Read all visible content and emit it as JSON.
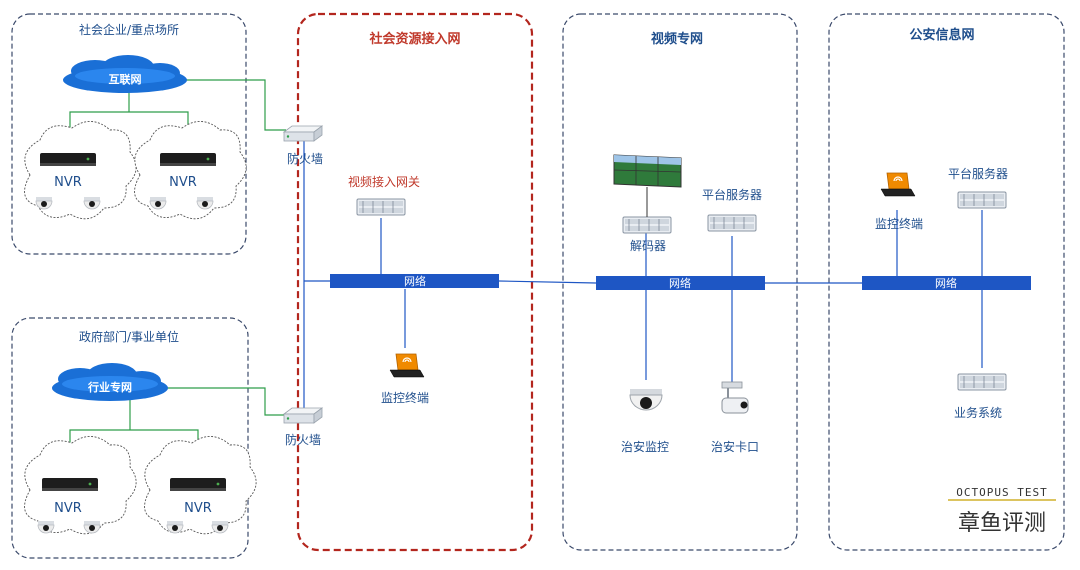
{
  "colors": {
    "label_blue": "#1f4e8c",
    "zone_red": "#b3261e",
    "zone_border": "#3b4a6b",
    "network_bar": "#1e56c4",
    "link_green": "#2e9e4a",
    "cloud_blue": "#1a6fd6"
  },
  "zones": {
    "enterprise": "社会企业/重点场所",
    "government": "政府部门/事业单位",
    "social_access": "社会资源接入网",
    "video": "视频专网",
    "police": "公安信息网"
  },
  "clouds": {
    "internet": "互联网",
    "industry": "行业专网"
  },
  "nvr_label": "NVR",
  "devices": {
    "firewall_top": "防火墙",
    "firewall_bottom": "防火墙",
    "video_gateway": "视频接入网关",
    "monitor_terminal_social": "监控终端",
    "decoder": "解码器",
    "platform_server_video": "平台服务器",
    "security_camera": "治安监控",
    "checkpoint_camera": "治安卡口",
    "monitor_terminal_police": "监控终端",
    "platform_server_police": "平台服务器",
    "business_system": "业务系统"
  },
  "networks": {
    "social": "网络",
    "video": "网络",
    "police": "网络"
  },
  "watermark": {
    "line1": "OCTOPUS TEST",
    "line2": "章鱼评测"
  },
  "icons": [
    "cloud-icon",
    "nvr-icon",
    "dome-camera-icon",
    "firewall-icon",
    "server-icon",
    "laptop-icon",
    "video-wall-icon",
    "bullet-camera-icon"
  ]
}
